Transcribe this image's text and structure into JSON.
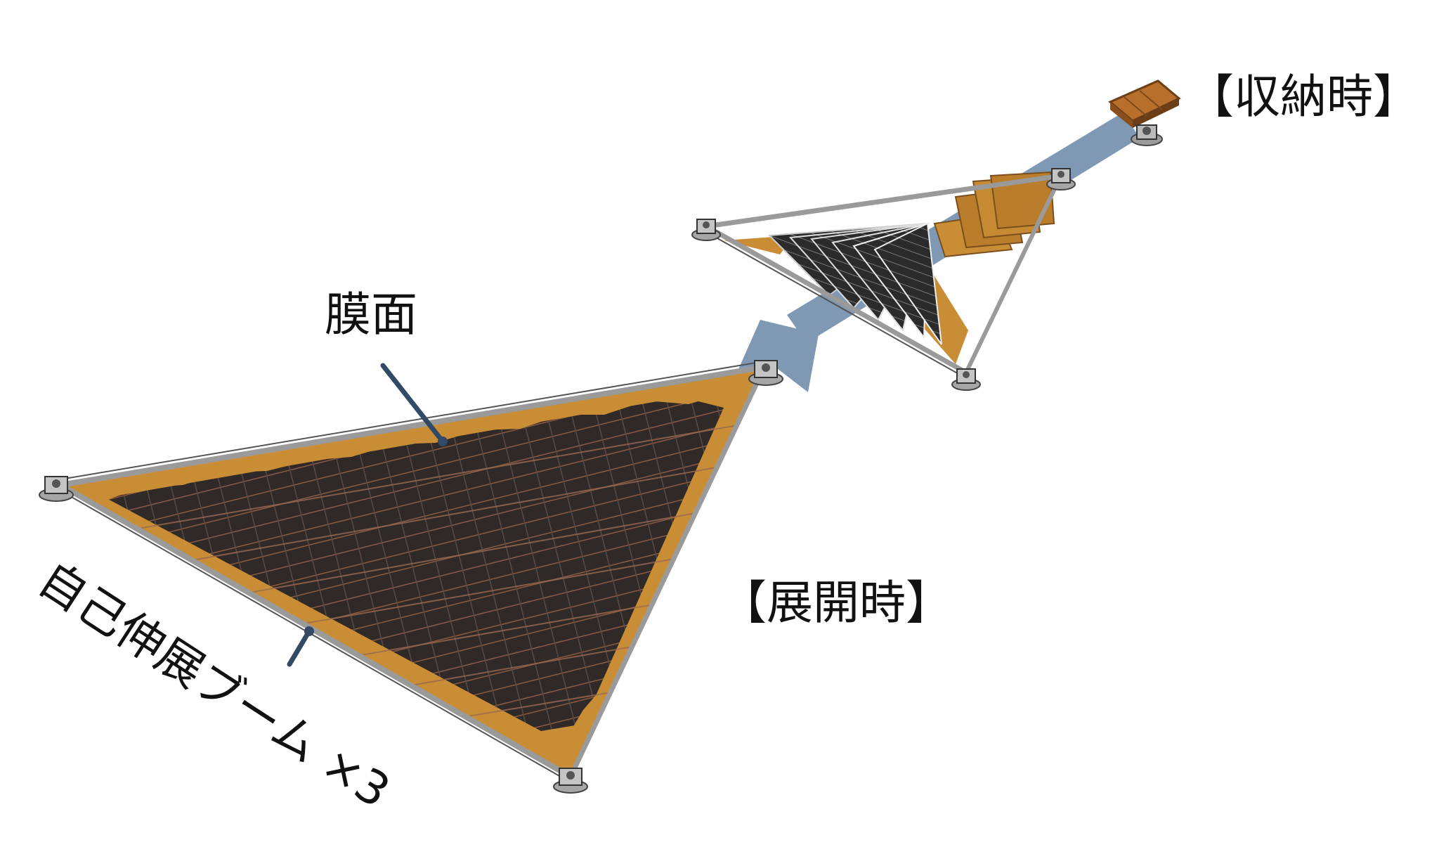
{
  "labels": {
    "stowed": "【収納時】",
    "membrane": "膜面",
    "deployed": "【展開時】",
    "boom": "自己伸展ブーム ×3"
  },
  "colors": {
    "membrane_gold": "#c98e35",
    "solar_cell": "#2f2a28",
    "boom_gray": "#9a9a9a",
    "arrow_blue": "#7f98b3",
    "leader_line": "#334a66"
  },
  "icons": {
    "hub": "deployment-hub-icon",
    "arrow": "deployment-arrow-icon"
  }
}
